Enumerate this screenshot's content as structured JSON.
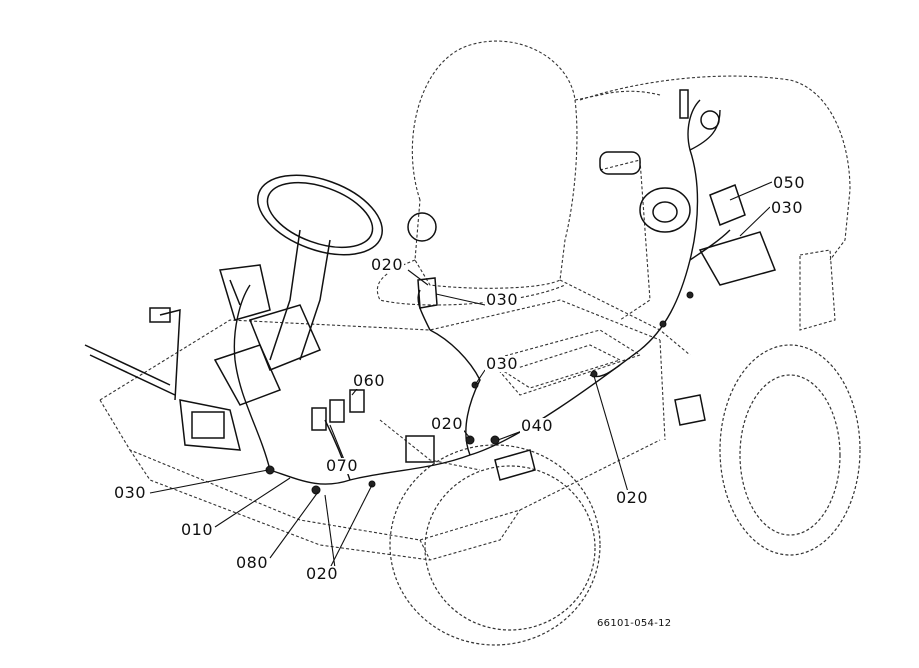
{
  "callouts": {
    "c1": "050",
    "c2": "030",
    "c3": "020",
    "c4": "030",
    "c5": "030",
    "c6": "060",
    "c7": "020",
    "c8": "040",
    "c9": "070",
    "c10": "030",
    "c11": "010",
    "c12": "080",
    "c13": "020",
    "c14": "020"
  },
  "figure_id": "66101-054-12"
}
